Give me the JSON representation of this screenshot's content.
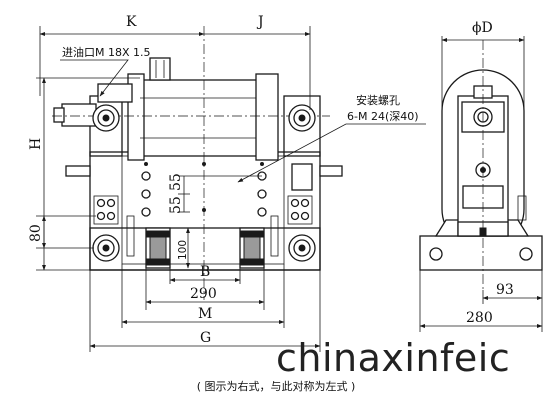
{
  "labels": {
    "K": "K",
    "J": "J",
    "phiD": "ϕD",
    "H": "H",
    "oil_inlet": "进油口M 18X 1.5",
    "mount_title": "安装螺孔",
    "mount_spec": "6-M 24(深40)",
    "dim_55a": "55",
    "dim_55b": "55",
    "dim_80": "80",
    "dim_100": "100",
    "B": "B",
    "dim_290": "290",
    "M": "M",
    "G": "G",
    "dim_93": "93",
    "dim_280": "280"
  },
  "watermark": "chinaxinfeic",
  "caption": "( 图示为右式，与此对称为左式 )"
}
